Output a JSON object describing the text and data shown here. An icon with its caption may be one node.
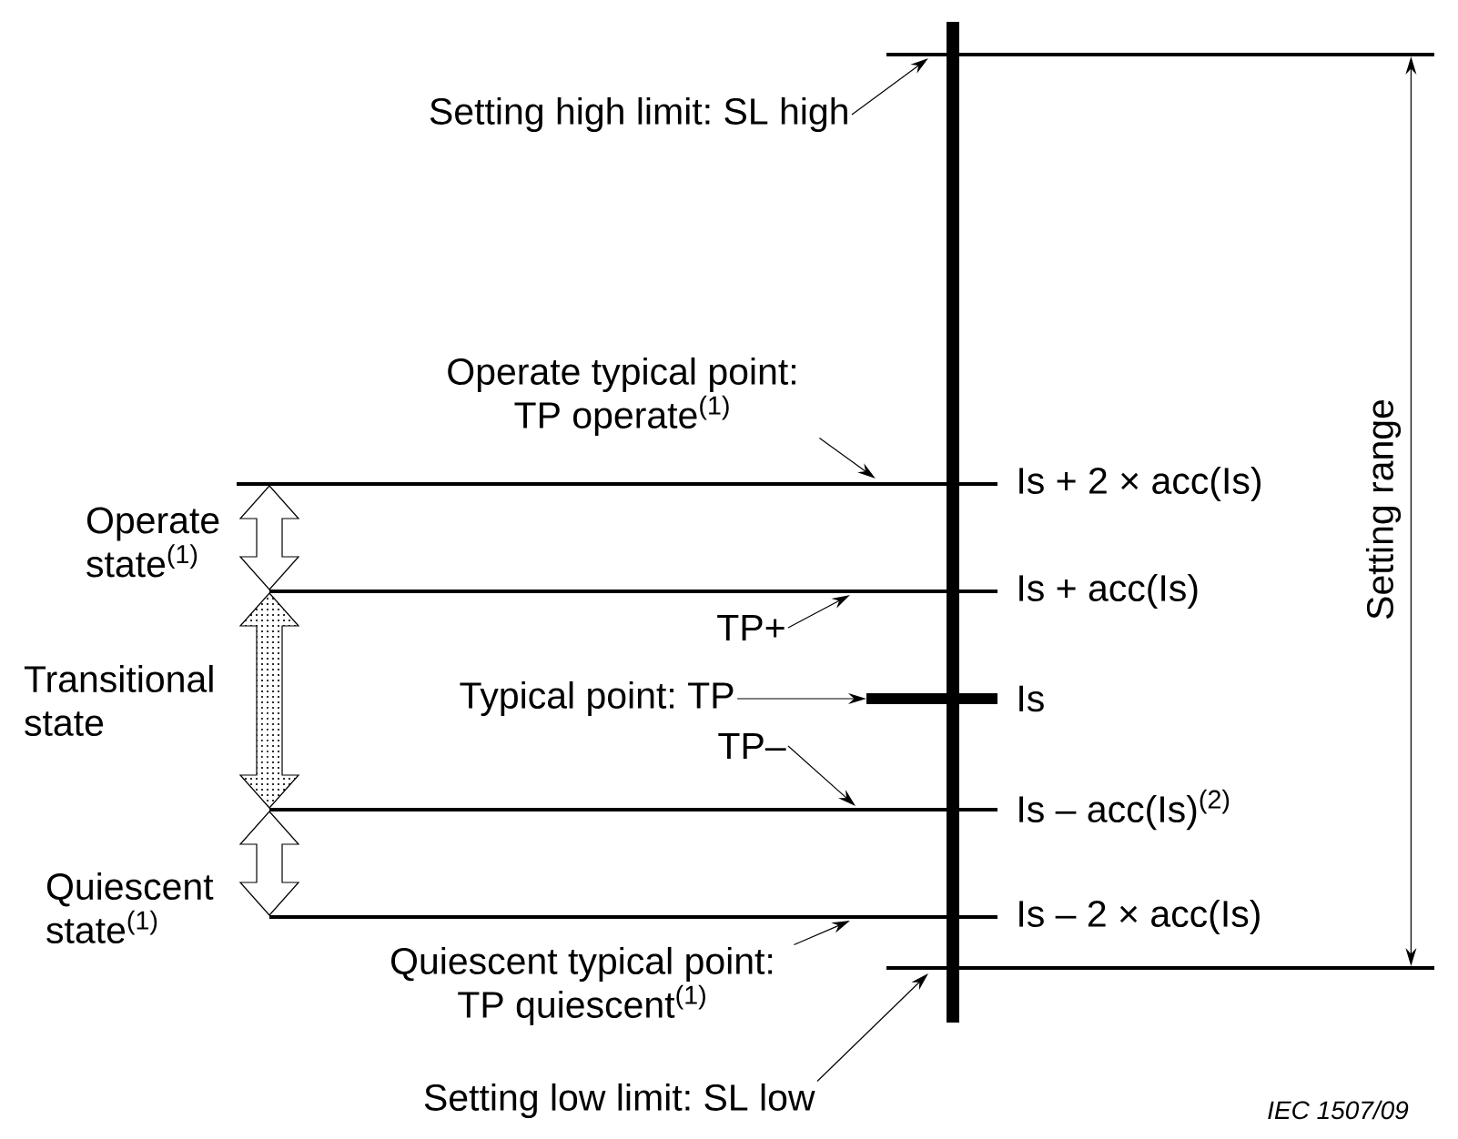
{
  "diagram": {
    "nodes": [
      {
        "text": [],
        "shape": "bar"
      },
      {
        "text": [
          "Setting high limit: SL high"
        ]
      },
      {
        "text": [
          "Operate typical point: TP operate$^{(1)}$"
        ]
      },
      {
        "text": [],
        "shape": "bar",
        "beside": [
          "Is + 2 × acc(Is)"
        ]
      },
      {
        "text": [
          "TP+"
        ]
      },
      {
        "text": [],
        "shape": "bar",
        "beside": [
          "Is + acc(Is)"
        ]
      },
      {
        "text": [
          "Typical point:  TP"
        ]
      },
      {
        "text": [],
        "shape": "bar",
        "beside": [
          "Is"
        ]
      },
      {
        "text": [
          "TP–"
        ]
      },
      {
        "text": [],
        "shape": "bar",
        "beside": [
          "Is – acc(Is)$^{(2)}$"
        ]
      },
      {
        "text": [],
        "shape": "bar",
        "beside": [
          "Is – 2 × acc(Is)"
        ]
      },
      {
        "text": [
          "Quiescent typical point: TP quiescent$^{(1)}$"
        ]
      },
      {
        "text": [],
        "shape": "bar"
      },
      {
        "text": [
          "Setting low limit: SL low"
        ]
      }
    ],
    "edges": [
      {
        "from": 1,
        "to": 0,
        "arrow": "to"
      },
      {
        "from": 2,
        "to": 3,
        "arrow": "to"
      },
      {
        "from": 4,
        "to": 5,
        "arrow": "to"
      },
      {
        "from": 6,
        "to": 7,
        "arrow": "to"
      },
      {
        "from": 8,
        "to": 9,
        "arrow": "to"
      },
      {
        "from": 11,
        "to": 10,
        "arrow": "to"
      },
      {
        "from": 13,
        "to": 12,
        "arrow": "to"
      },
      {
        "from": 0,
        "to": 12,
        "arrow": "both"
      },
      {
        "from": 3,
        "to": 5,
        "arrow": "both"
      },
      {
        "from": 5,
        "to": 9,
        "arrow": "both"
      },
      {
        "from": 9,
        "to": 10,
        "arrow": "both"
      }
    ],
    "labels": [
      "Setting range",
      "Operate state$^{(1)}$",
      "Transitional state",
      "Quiescent state$^{(1)}$",
      "IEC  1507/09"
    ]
  }
}
